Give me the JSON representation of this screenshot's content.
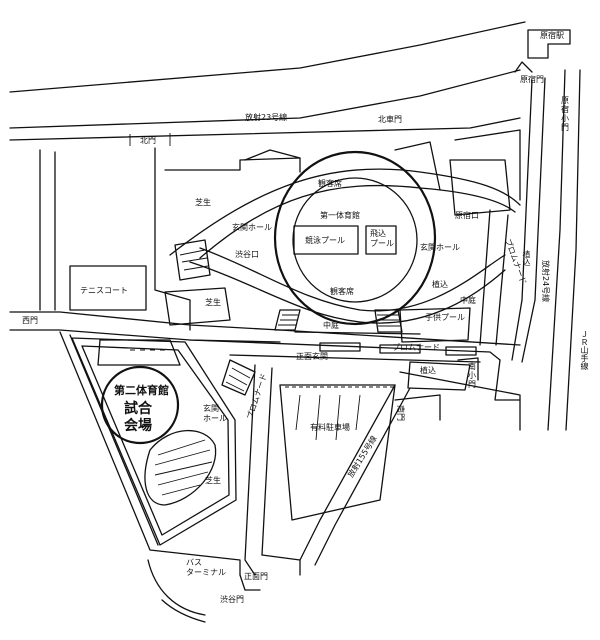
{
  "labels": {
    "harajuku_station": "原宿駅",
    "harajuku_gate": "原宿門",
    "harajuku_elem": "原\n宿\n小\n門",
    "radial23": "放射23号線",
    "north_gate": "北門",
    "kitakuruma_gate": "北車門",
    "spectator_top": "観客席",
    "spectator_bottom": "観客席",
    "lawn_top": "芝生",
    "lawn_bottom": "芝生",
    "lobby_left": "玄関ホール",
    "lobby_right": "玄関ホール",
    "lobby_second": "玄関\nホール",
    "harajuku_entrance": "原宿口",
    "shibuya_entrance": "渋谷口",
    "gym1": "第一体育館",
    "swim_pool": "競泳プール",
    "dive_pool": "飛込\nプール",
    "promenade_right": "プロムナード",
    "promenade_bottom": "プロムナード",
    "promenade_mid": "プロムナード",
    "radial24": "放射24号線",
    "planting_right": "植込",
    "planting_mid": "植込",
    "planting_low": "植込",
    "courtyard_right": "中庭",
    "courtyard_mid": "中庭",
    "kids_pool": "子供プール",
    "tennis": "テニスコート",
    "west_gate": "西門",
    "main_entrance": "正面玄関",
    "gym2": "第二体育館",
    "match_venue_1": "試合",
    "match_venue_2": "会場",
    "south_gate": "南門",
    "south_small_gate": "南\n小\n門",
    "parking": "有料駐車場",
    "radial155": "放射155号線",
    "jr_line": "ＪＲ山手線",
    "bus_terminal": "バス\nターミナル",
    "front_gate": "正面門",
    "shibuya_gate": "渋谷門"
  },
  "colors": {
    "line": "#111111",
    "background": "#ffffff"
  }
}
